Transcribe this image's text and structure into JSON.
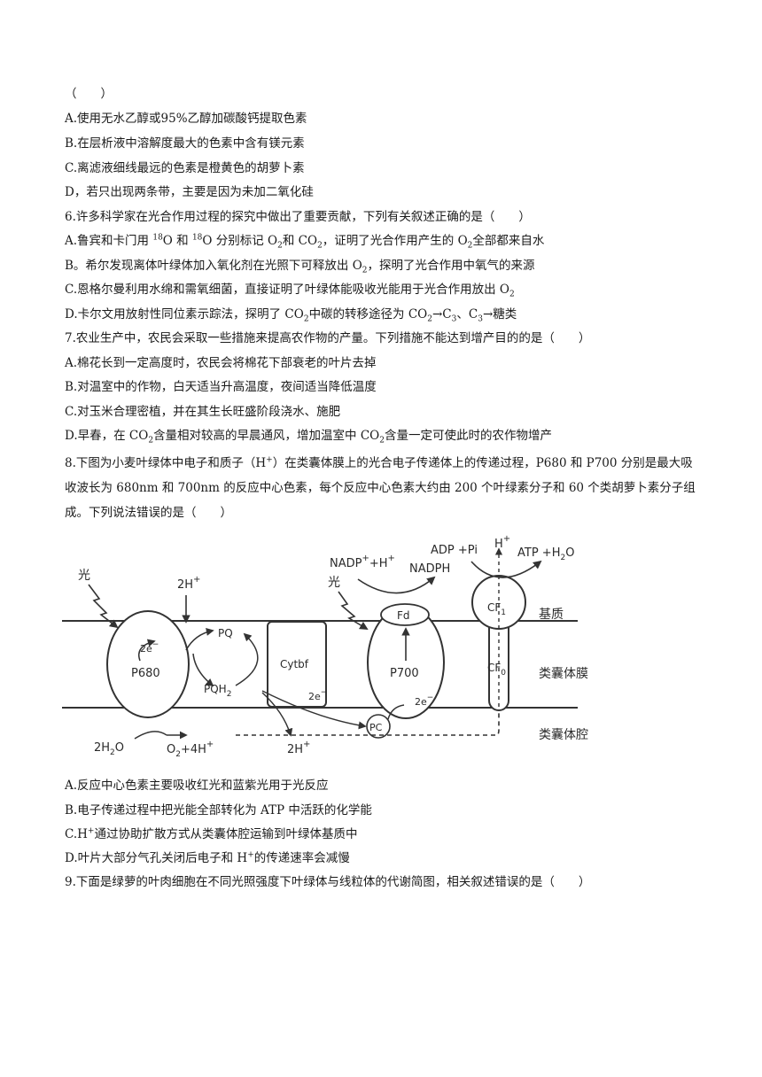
{
  "q5": {
    "paren": "（　　）",
    "opt_a": "A.使用无水乙醇或95%乙醇加碳酸钙提取色素",
    "opt_b": "B.在层析液中溶解度最大的色素中含有镁元素",
    "opt_c": "C.离滤液细线最远的色素是橙黄色的胡萝卜素",
    "opt_d": "D，若只出现两条带，主要是因为未加二氧化硅"
  },
  "q6": {
    "stem": "6.许多科学家在光合作用过程的探究中做出了重要贡献，下列有关叙述正确的是（　　）",
    "opt_a_1": "A.鲁宾和卡门用",
    "opt_a_sup1": "18",
    "opt_a_2": "O 和",
    "opt_a_sup2": "18",
    "opt_a_3": "O 分别标记 O",
    "opt_a_sub1": "2",
    "opt_a_4": "和 CO",
    "opt_a_sub2": "2",
    "opt_a_5": "，证明了光合作用产生的 O",
    "opt_a_sub3": "2",
    "opt_a_6": "全部都来自水",
    "opt_b_1": "B。希尔发现离体叶绿体加入氧化剂在光照下可释放出 O",
    "opt_b_sub": "2",
    "opt_b_2": "，探明了光合作用中氧气的来源",
    "opt_c_1": "C.恩格尔曼利用水绵和需氧细菌，直接证明了叶绿体能吸收光能用于光合作用放出 O",
    "opt_c_sub": "2",
    "opt_d_1": "D.卡尔文用放射性同位素示踪法，探明了 CO",
    "opt_d_sub1": "2",
    "opt_d_2": "中碳的转移途径为 CO",
    "opt_d_sub2": "2",
    "opt_d_3": "→C",
    "opt_d_sub3": "3",
    "opt_d_4": "、C",
    "opt_d_sub4": "3",
    "opt_d_5": "→糖类"
  },
  "q7": {
    "stem": "7.农业生产中，农民会采取一些措施来提高农作物的产量。下列措施不能达到增产目的的是（　　）",
    "opt_a": "A.棉花长到一定高度时，农民会将棉花下部衰老的叶片去掉",
    "opt_b": "B.对温室中的作物，白天适当升高温度，夜间适当降低温度",
    "opt_c": "C.对玉米合理密植，并在其生长旺盛阶段浇水、施肥",
    "opt_d_1": "D.早春，在 CO",
    "opt_d_sub1": "2",
    "opt_d_2": "含量相对较高的早晨通风，增加温室中 CO",
    "opt_d_sub2": "2",
    "opt_d_3": "含量一定可使此时的农作物增产"
  },
  "q8": {
    "stem_1": "8.下图为小麦叶绿体中电子和质子（H",
    "stem_sup": "+",
    "stem_2": "）在类囊体膜上的光合电子传递体上的传递过程，P680 和 P700 分别是最大吸收波长为 680nm 和 700nm 的反应中心色素，每个反应中心色素大约由 200 个叶绿素分子和 60 个类胡萝卜素分子组成。下列说法错误的是（　　）",
    "opt_a": "A.反应中心色素主要吸收红光和蓝紫光用于光反应",
    "opt_b": "B.电子传递过程中把光能全部转化为 ATP 中活跃的化学能",
    "opt_c_1": "C.H",
    "opt_c_sup": "+",
    "opt_c_2": "通过协助扩散方式从类囊体腔运输到叶绿体基质中",
    "opt_d_1": "D.叶片大部分气孔关闭后电子和 H",
    "opt_d_sup": "+",
    "opt_d_2": "的传递速率会减慢"
  },
  "q9": {
    "stem": "9.下面是绿萝的叶肉细胞在不同光照强度下叶绿体与线粒体的代谢简图，相关叙述错误的是（　　）"
  },
  "figure": {
    "light_left": "光",
    "light_right": "光",
    "h_top": "2H",
    "plus": "+",
    "e_p680": "2e",
    "minus": "−",
    "p680": "P680",
    "pq": "PQ",
    "pqh2": "PQH",
    "sub2": "2",
    "cytbf": "Cytbf",
    "e_cyt": "2e",
    "pc": "PC",
    "p700": "P700",
    "e_p700": "2e",
    "fd": "Fd",
    "nadp": "NADP",
    "nadp_h": "+H",
    "nadph": "NADPH",
    "adp": "ADP +Pi",
    "h_cf": "H",
    "atp": "ATP +H",
    "atp_o": "O",
    "cf1": "CF",
    "cf1_sub": "1",
    "cf0": "CF",
    "cf0_sub": "0",
    "h2o_a": "2H",
    "h2o_b": "O",
    "o2_a": "O",
    "o2_b": "+4H",
    "h_lumen": "2H",
    "label_stroma": "基质",
    "label_membrane": "类囊体膜",
    "label_lumen": "类囊体腔"
  }
}
